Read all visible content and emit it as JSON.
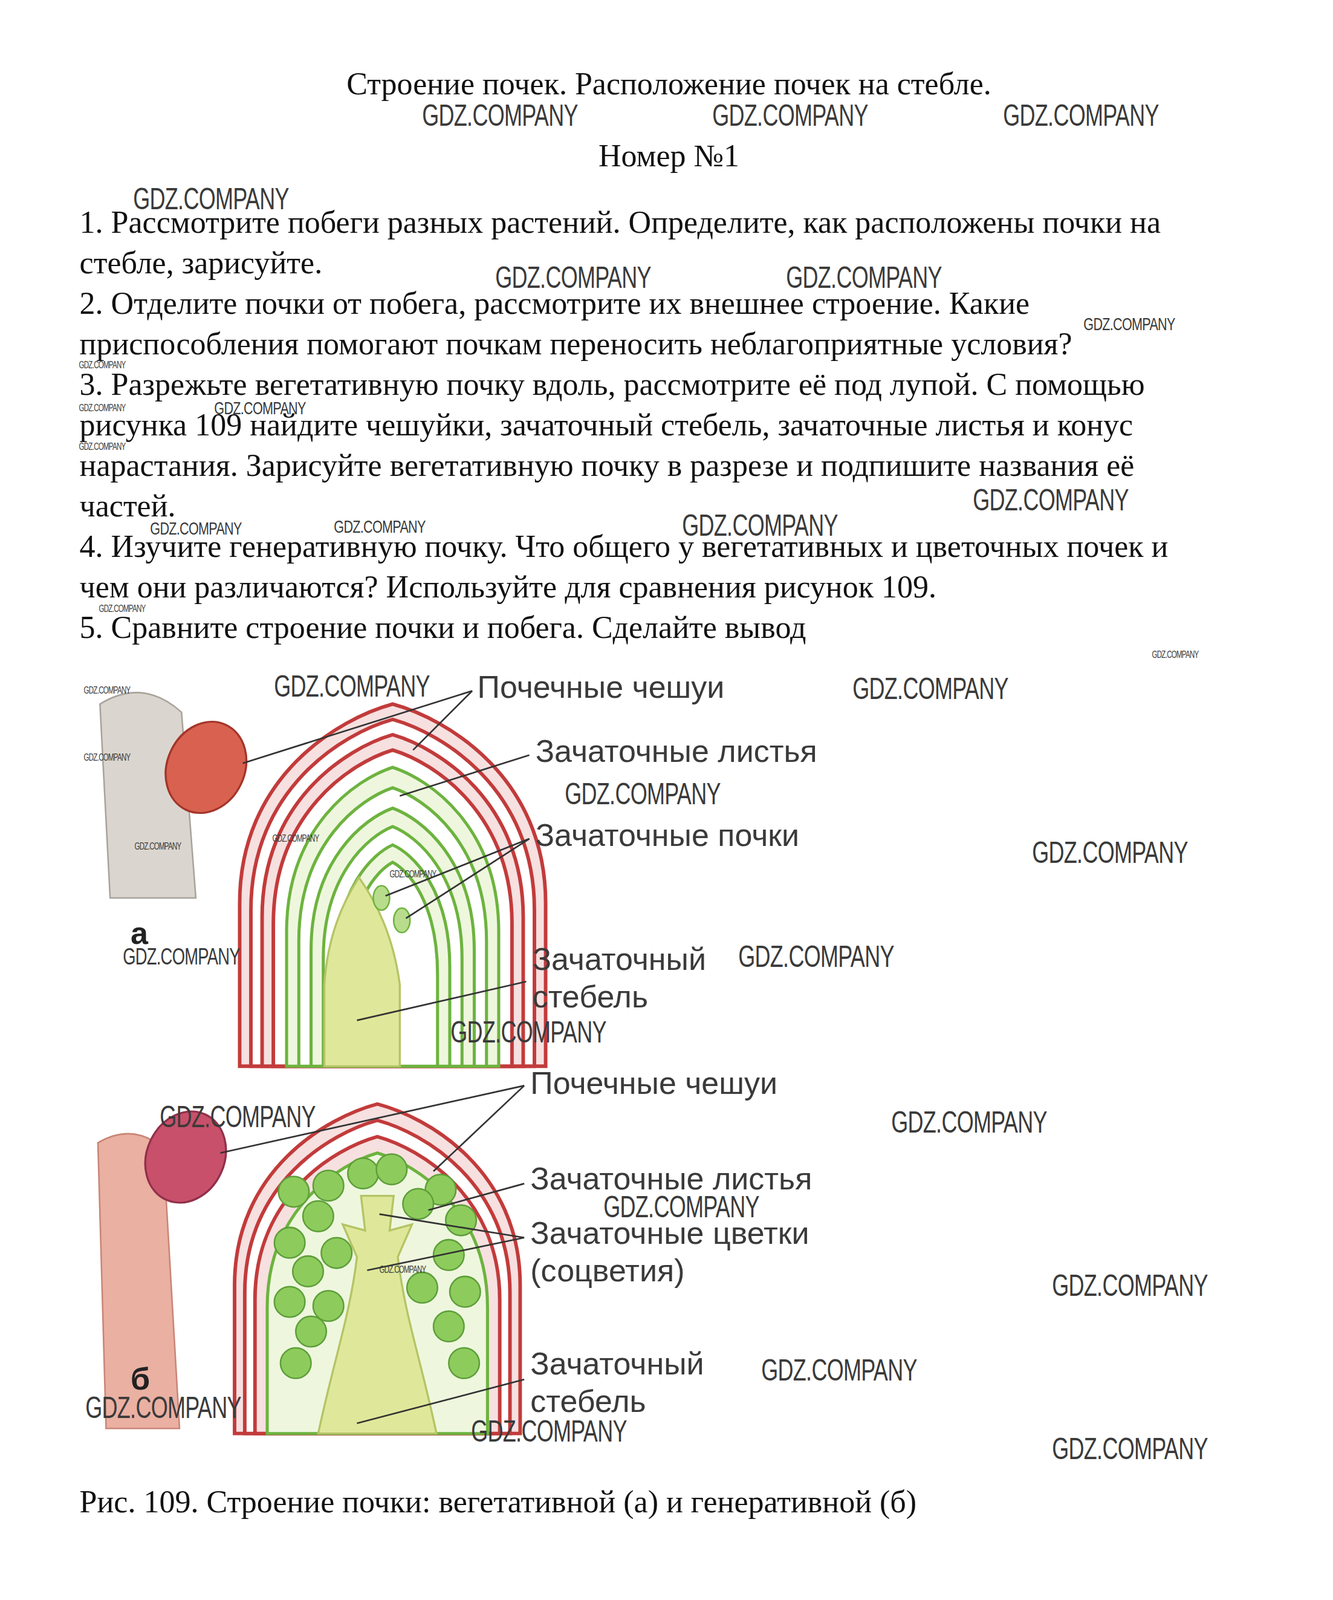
{
  "diagram": {
    "title": "Строение почек. Расположение почек на стебле.",
    "caption": "Рис. 109. Строение почки: вегетативной (а) и генеративной (б)",
    "labels": [
      "Номер №1",
      "1. Рассмотрите побеги разных растений. Определите, как расположены почки на стебле, зарисуйте.",
      "2. Отделите почки от побега, рассмотрите их внешнее строение. Какие приспособления помогают почкам переносить неблагоприятные условия?",
      "3. Разрежьте вегетативную почку вдоль, рассмотрите её под лупой. С помощью рисунка 109 найдите чешуйки, зачаточный стебель, зачаточные листья и конус нарастания. Зарисуйте вегетативную почку в разрезе и подпишите названия её частей.",
      "4. Изучите генеративную почку. Что общего у вегетативных и цветочных почек и чем они различаются? Используйте для сравнения рисунок 109.",
      "5. Сравните строение почки и побега. Сделайте вывод",
      "Почечные чешуи",
      "Зачаточные листья",
      "Зачаточные почки",
      "Зачаточный стебель",
      "а",
      "Почечные чешуи",
      "Зачаточные листья",
      "Зачаточные цветки (соцветия)",
      "Зачаточный стебель",
      "б",
      "GDZ.COMPANY",
      "GDZ.COMPANY",
      "GDZ.COMPANY",
      "GDZ.COMPANY",
      "GDZ.COMPANY",
      "GDZ.COMPANY",
      "GDZ.COMPANY",
      "GDZ.COMPANY",
      "GDZ.COMPANY",
      "GDZ.COMPANY",
      "GDZ.COMPANY",
      "GDZ.COMPANY",
      "GDZ.COMPANY",
      "GDZ.COMPANY",
      "GDZ.COMPANY",
      "GDZ.COMPANY",
      "GDZ.COMPANY",
      "GDZ.COMPANY",
      "GDZ.COMPANY",
      "GDZ.COMPANY",
      "GDZ.COMPANY",
      "GDZ.COMPANY",
      "GDZ.COMPANY",
      "GDZ.COMPANY",
      "GDZ.COMPANY",
      "GDZ.COMPANY",
      "GDZ.COMPANY",
      "GDZ.COMPANY",
      "GDZ.COMPANY",
      "GDZ.COMPANY",
      "GDZ.COMPANY",
      "GDZ.COMPANY",
      "GDZ.COMPANY",
      "GDZ.COMPANY",
      "GDZ.COMPANY",
      "GDZ.COMPANY",
      "GDZ.COMPANY",
      "GDZ.COMPANY"
    ]
  }
}
